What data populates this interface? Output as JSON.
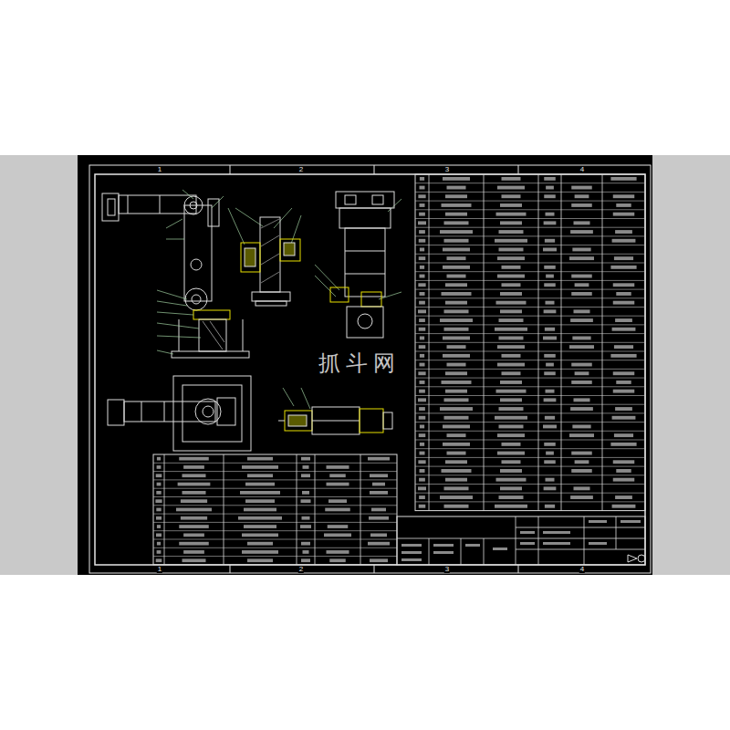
{
  "diagram": {
    "labels": [
      "1",
      "2",
      "3",
      "4",
      "1",
      "2",
      "3",
      "4",
      "抓斗网"
    ]
  }
}
